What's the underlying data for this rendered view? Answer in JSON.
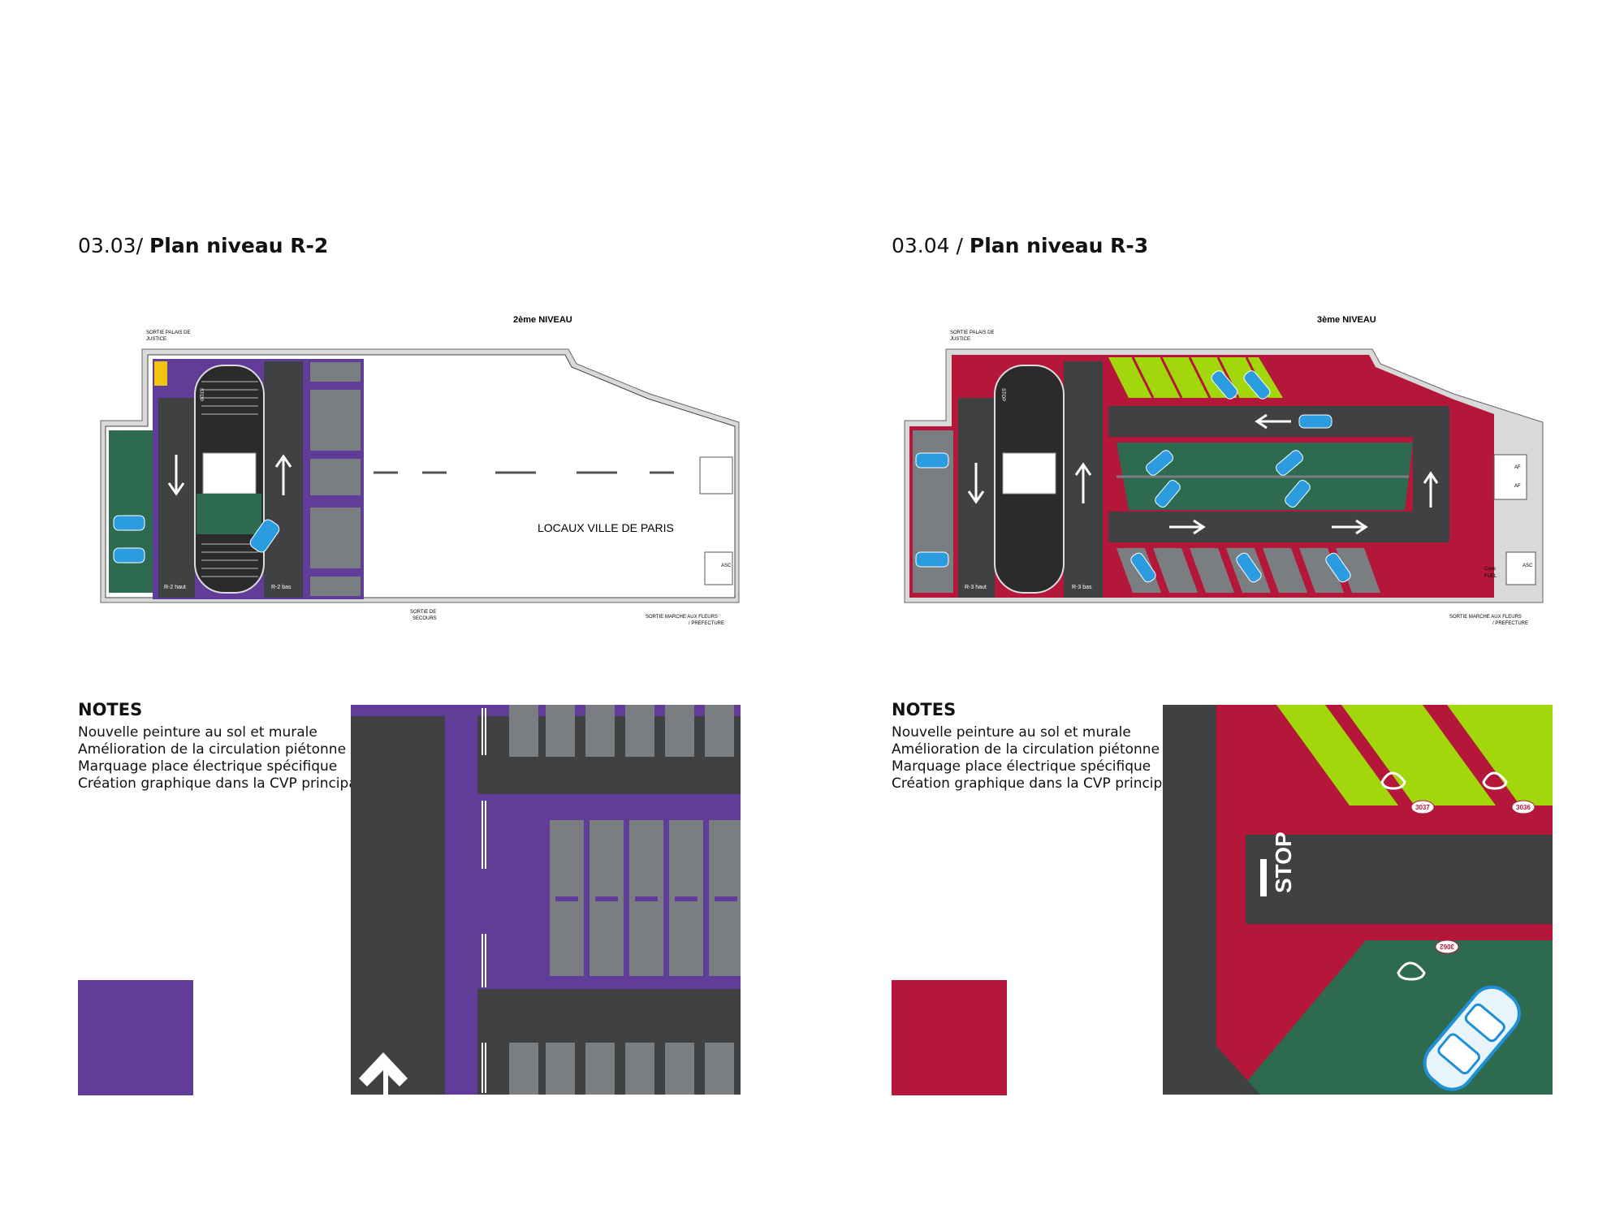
{
  "left": {
    "title_prefix": "03.03/",
    "title_bold": "Plan niveau R-2",
    "plan": {
      "level_label": "2ème NIVEAU",
      "exit_top": [
        "SORTIE PALAIS DE",
        "JUSTICE"
      ],
      "exit_bottom": [
        "SORTIE DE",
        "SECOURS"
      ],
      "exit_right": [
        "SORTIE MARCHE AUX FLEURS",
        "/ PREFECTURE"
      ],
      "locaux": "LOCAUX VILLE DE PARIS",
      "ramp_up": "R-2 haut",
      "ramp_down": "R-2 bas",
      "stop": "STOP",
      "asc": "ASC"
    },
    "notes_heading": "NOTES",
    "notes": [
      "Nouvelle peinture au sol et murale",
      "Amélioration de la circulation piétonne",
      "Marquage place électrique spécifique",
      "Création graphique dans la CVP principale"
    ],
    "accent_color": "#623c99"
  },
  "right": {
    "title_prefix": "03.04 /",
    "title_bold": "Plan niveau R-3",
    "plan": {
      "level_label": "3ème NIVEAU",
      "exit_top": [
        "SORTIE PALAIS DE",
        "JUSTICE"
      ],
      "exit_right": [
        "SORTIE MARCHE AUX FLEURS",
        "/ PREFECTURE"
      ],
      "ramp_up": "R-3 haut",
      "ramp_down": "R-3 bas",
      "stop": "STOP",
      "asc": "ASC",
      "af": "AF",
      "cuve": "Cuve",
      "fuel": "FUEL"
    },
    "notes_heading": "NOTES",
    "notes": [
      "Nouvelle peinture au sol et murale",
      "Amélioration de la circulation piétonne",
      "Marquage place électrique spécifique",
      "Création graphique dans la CVP principale"
    ],
    "detail": {
      "stop": "STOP",
      "space_a": "3037",
      "space_b": "3036",
      "space_c": "3062"
    },
    "accent_color": "#b5173a"
  },
  "colors": {
    "asphalt": "#3f4143",
    "parking_grey": "#7b7e81",
    "ev_green": "#2d6a4f",
    "lime": "#a2d80b",
    "car_blue": "#1f8fd6"
  }
}
